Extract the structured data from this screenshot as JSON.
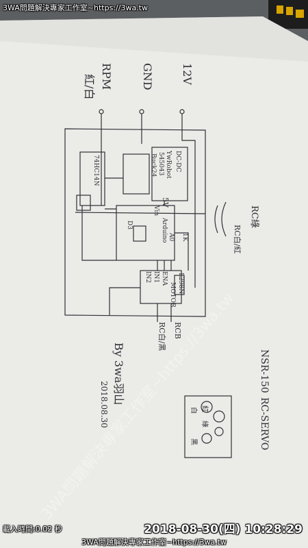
{
  "watermark_top": "3WA問題解決專家工作室~https://3wa.tw",
  "watermark_bottom": "3WA問題解決專家工作室~https://3wa.tw",
  "load_time": "載入時間:0.02 秒",
  "timestamp": "2018-08-30(四) 10:28:29",
  "watermark_diagonal": "3WA問題解決專家工作室~https://3wa.tw",
  "sketch_labels": {
    "v12": "12V",
    "gnd": "GND",
    "rpm": "RPM",
    "rpm_color": "紅/白",
    "buck_title": "DC-DC",
    "buck_1": "YwRobot",
    "buck_2": "545043",
    "buck_3": "Buck24",
    "ic": "74HC14N",
    "v5": "5V",
    "vin": "Vin",
    "arduino": "Arduino",
    "d3": "D3",
    "a0": "A0",
    "r1k": "1K",
    "l298n": "L298N",
    "ena": "ENA",
    "in1": "IN1",
    "in2": "IN2",
    "motor": "MOTOR",
    "rc_green": "RC綠",
    "rc_red": "RC白/紅",
    "rc_b": "RCB",
    "rc_white": "RC白/黑",
    "signature": "By 3wa羽山",
    "date": "2018.08.30",
    "nsr": "NSR-150",
    "rc_servo": "RC-SERVO",
    "servo_red": "紅",
    "servo_green": "綠",
    "servo_white": "白",
    "servo_black": "黑"
  }
}
